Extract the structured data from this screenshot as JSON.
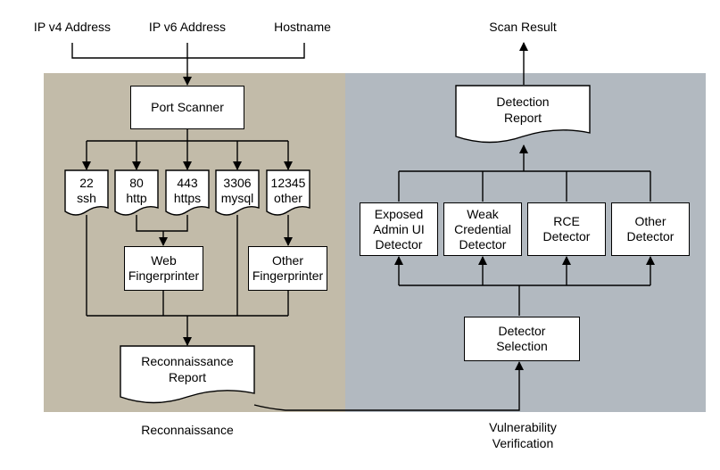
{
  "inputs": {
    "ipv4": "IP v4 Address",
    "ipv6": "IP v6 Address",
    "hostname": "Hostname"
  },
  "output": {
    "scan_result": "Scan Result"
  },
  "regions": {
    "recon": "Reconnaissance",
    "verification": [
      "Vulnerability",
      "Verification"
    ]
  },
  "colors": {
    "recon_bg": "#c2bba9",
    "verify_bg": "#b2b9c0",
    "line": "#000000",
    "box": "#ffffff"
  },
  "nodes": {
    "port_scanner": "Port Scanner",
    "ports": [
      {
        "port": "22",
        "service": "ssh"
      },
      {
        "port": "80",
        "service": "http"
      },
      {
        "port": "443",
        "service": "https"
      },
      {
        "port": "3306",
        "service": "mysql"
      },
      {
        "port": "12345",
        "service": "other"
      }
    ],
    "web_fingerprinter": [
      "Web",
      "Fingerprinter"
    ],
    "other_fingerprinter": [
      "Other",
      "Fingerprinter"
    ],
    "recon_report": [
      "Reconnaissance",
      "Report"
    ],
    "detector_selection": [
      "Detector",
      "Selection"
    ],
    "detectors": [
      [
        "Exposed",
        "Admin UI",
        "Detector"
      ],
      [
        "Weak",
        "Credential",
        "Detector"
      ],
      [
        "RCE",
        "Detector"
      ],
      [
        "Other",
        "Detector"
      ]
    ],
    "detection_report": [
      "Detection",
      "Report"
    ]
  }
}
